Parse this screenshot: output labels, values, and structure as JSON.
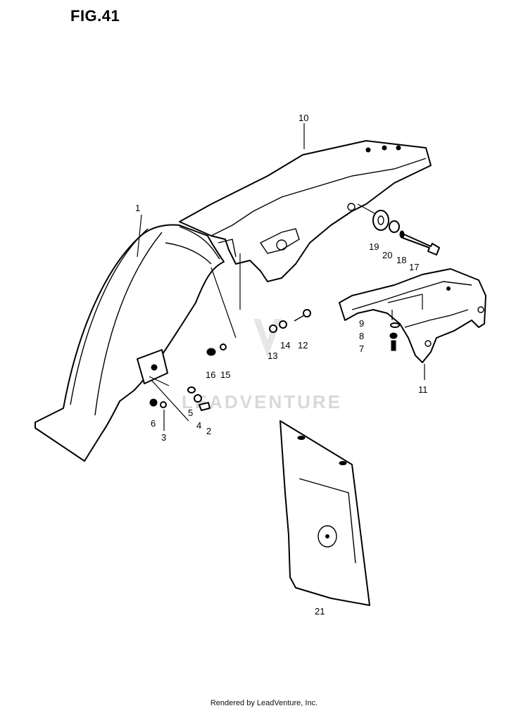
{
  "figure": {
    "title": "FIG.41"
  },
  "watermark": {
    "text": "LEADVENTURE"
  },
  "footer": {
    "text": "Rendered by LeadVenture, Inc."
  },
  "callouts": [
    "1",
    "2",
    "3",
    "4",
    "5",
    "6",
    "7",
    "8",
    "9",
    "10",
    "11",
    "12",
    "13",
    "14",
    "15",
    "16",
    "17",
    "18",
    "19",
    "20",
    "21"
  ]
}
